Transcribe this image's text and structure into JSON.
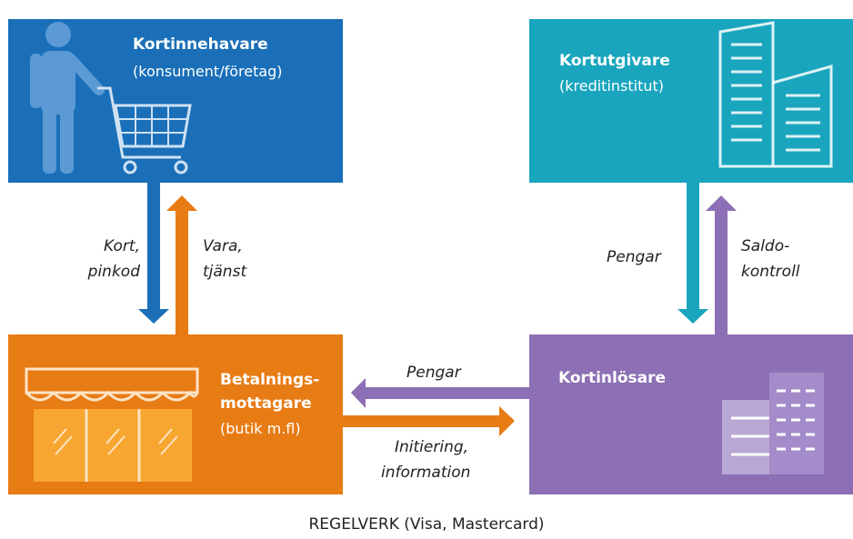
{
  "cardholder": {
    "title": "Kortinnehavare",
    "subtitle": "(konsument/företag)"
  },
  "issuer": {
    "title": "Kortutgivare",
    "subtitle": "(kreditinstitut)"
  },
  "merchant": {
    "title_line1": "Betalnings-",
    "title_line2": "mottagare",
    "subtitle": "(butik m.fl)"
  },
  "acquirer": {
    "title": "Kortinlösare"
  },
  "flows": {
    "card_pin": [
      "Kort,",
      "pinkod"
    ],
    "goods_service": [
      "Vara,",
      "tjänst"
    ],
    "money_issuer": "Pengar",
    "balance_check": [
      "Saldo-",
      "kontroll"
    ],
    "money_acquirer": "Pengar",
    "initiation": [
      "Initiering,",
      "information"
    ]
  },
  "footer": "REGELVERK (Visa, Mastercard)",
  "colors": {
    "cardholder": "#1a6fb8",
    "issuer": "#19a5be",
    "merchant": "#e77b14",
    "acquirer": "#8c6fb4"
  }
}
